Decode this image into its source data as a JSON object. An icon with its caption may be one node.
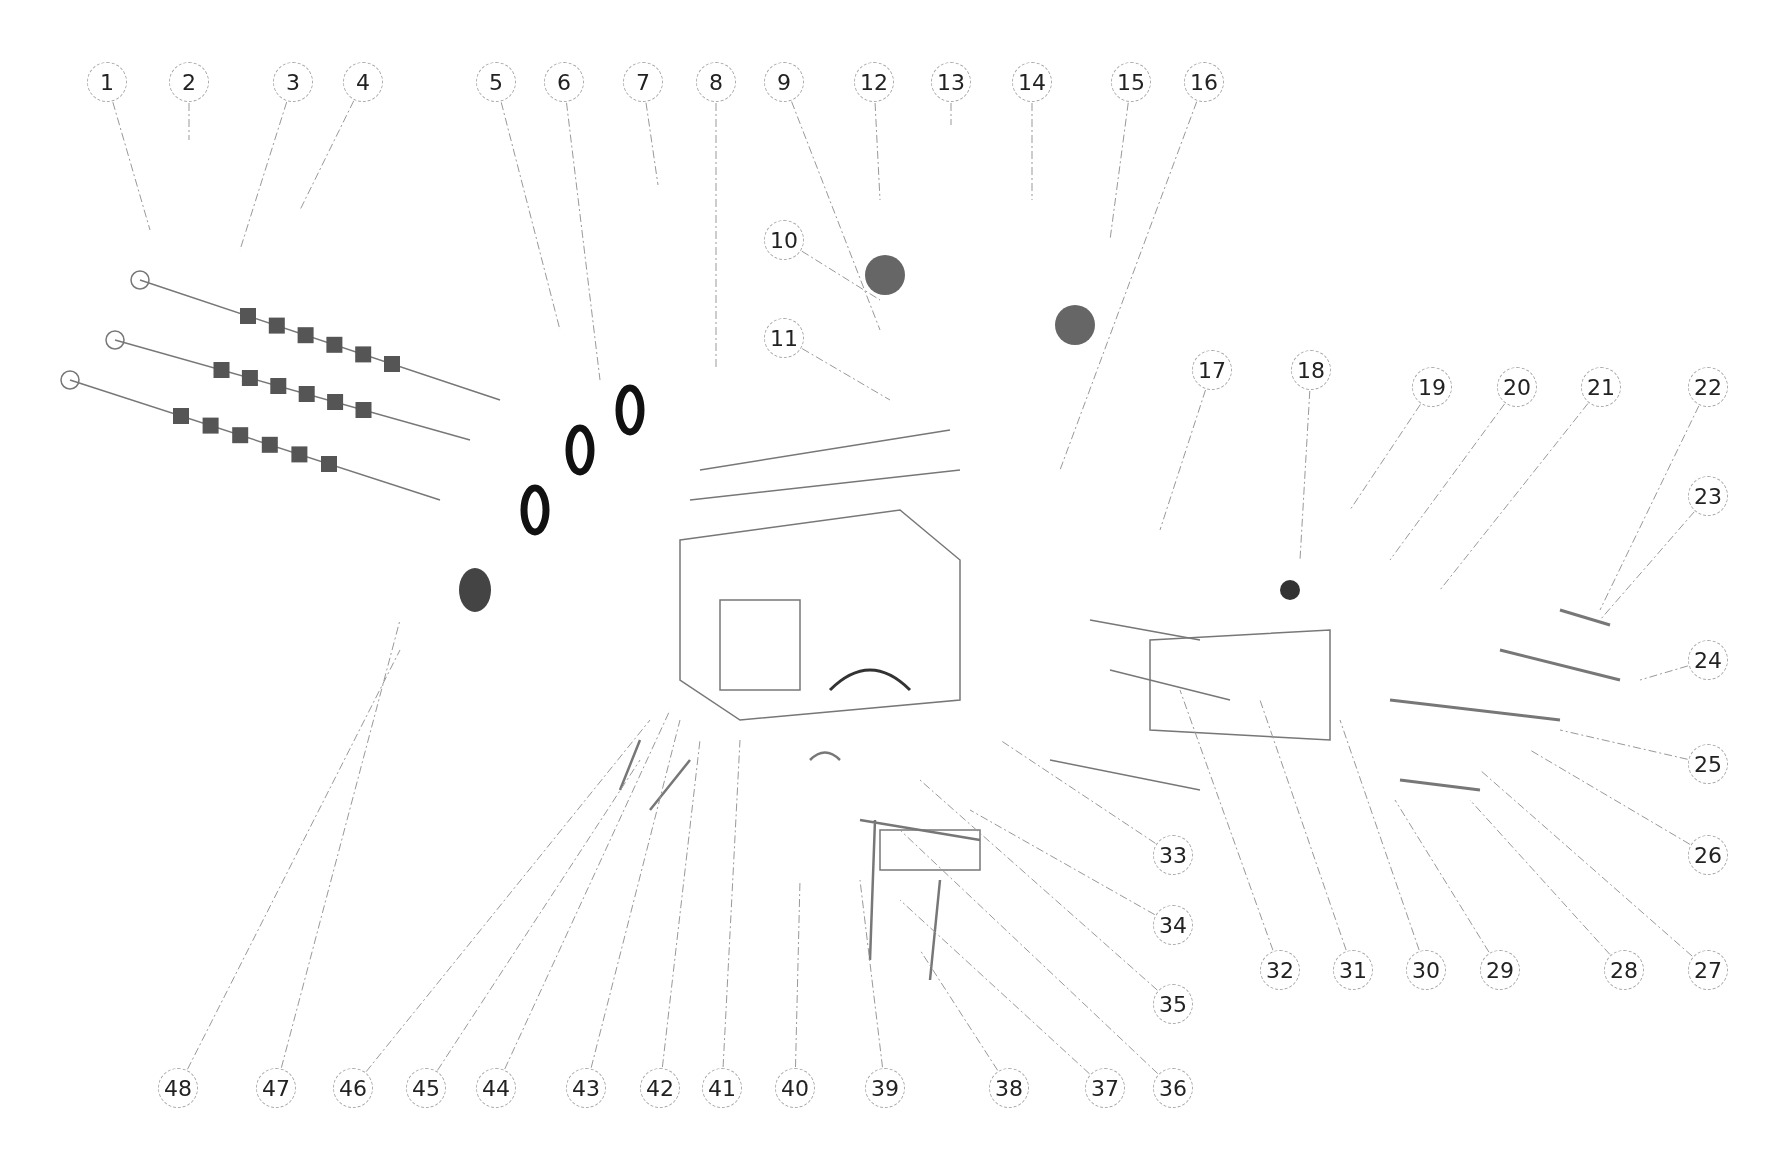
{
  "diagram": {
    "nodes": [
      {
        "text": [
          "1"
        ]
      },
      {
        "text": [
          "2"
        ]
      },
      {
        "text": [
          "3"
        ]
      },
      {
        "text": [
          "4"
        ]
      },
      {
        "text": [
          "5"
        ]
      },
      {
        "text": [
          "6"
        ]
      },
      {
        "text": [
          "7"
        ]
      },
      {
        "text": [
          "8"
        ]
      },
      {
        "text": [
          "9"
        ]
      },
      {
        "text": [
          "10"
        ]
      },
      {
        "text": [
          "11"
        ]
      },
      {
        "text": [
          "12"
        ]
      },
      {
        "text": [
          "13"
        ]
      },
      {
        "text": [
          "14"
        ]
      },
      {
        "text": [
          "15"
        ]
      },
      {
        "text": [
          "16"
        ]
      },
      {
        "text": [
          "17"
        ]
      },
      {
        "text": [
          "18"
        ]
      },
      {
        "text": [
          "19"
        ]
      },
      {
        "text": [
          "20"
        ]
      },
      {
        "text": [
          "21"
        ]
      },
      {
        "text": [
          "22"
        ]
      },
      {
        "text": [
          "23"
        ]
      },
      {
        "text": [
          "24"
        ]
      },
      {
        "text": [
          "25"
        ]
      },
      {
        "text": [
          "26"
        ]
      },
      {
        "text": [
          "27"
        ]
      },
      {
        "text": [
          "28"
        ]
      },
      {
        "text": [
          "29"
        ]
      },
      {
        "text": [
          "30"
        ]
      },
      {
        "text": [
          "31"
        ]
      },
      {
        "text": [
          "32"
        ]
      },
      {
        "text": [
          "33"
        ]
      },
      {
        "text": [
          "34"
        ]
      },
      {
        "text": [
          "35"
        ]
      },
      {
        "text": [
          "36"
        ]
      },
      {
        "text": [
          "37"
        ]
      },
      {
        "text": [
          "38"
        ]
      },
      {
        "text": [
          "39"
        ]
      },
      {
        "text": [
          "40"
        ]
      },
      {
        "text": [
          "41"
        ]
      },
      {
        "text": [
          "42"
        ]
      },
      {
        "text": [
          "43"
        ]
      },
      {
        "text": [
          "44"
        ]
      },
      {
        "text": [
          "45"
        ]
      },
      {
        "text": [
          "46"
        ]
      },
      {
        "text": [
          "47"
        ]
      },
      {
        "text": [
          "48"
        ]
      }
    ],
    "edges": [
      {
        "from": 0,
        "to": null,
        "arrow": "none"
      },
      {
        "from": 1,
        "to": null,
        "arrow": "none"
      },
      {
        "from": 2,
        "to": null,
        "arrow": "none"
      },
      {
        "from": 3,
        "to": null,
        "arrow": "none"
      },
      {
        "from": 4,
        "to": null,
        "arrow": "none"
      },
      {
        "from": 5,
        "to": null,
        "arrow": "none"
      },
      {
        "from": 6,
        "to": null,
        "arrow": "none"
      },
      {
        "from": 7,
        "to": null,
        "arrow": "none"
      },
      {
        "from": 8,
        "to": null,
        "arrow": "none"
      },
      {
        "from": 9,
        "to": null,
        "arrow": "none"
      },
      {
        "from": 10,
        "to": null,
        "arrow": "none"
      },
      {
        "from": 11,
        "to": null,
        "arrow": "none"
      },
      {
        "from": 12,
        "to": null,
        "arrow": "none"
      },
      {
        "from": 13,
        "to": null,
        "arrow": "none"
      },
      {
        "from": 14,
        "to": null,
        "arrow": "none"
      },
      {
        "from": 15,
        "to": null,
        "arrow": "none"
      },
      {
        "from": 16,
        "to": null,
        "arrow": "none"
      },
      {
        "from": 17,
        "to": null,
        "arrow": "none"
      },
      {
        "from": 18,
        "to": null,
        "arrow": "none"
      },
      {
        "from": 19,
        "to": null,
        "arrow": "none"
      },
      {
        "from": 20,
        "to": null,
        "arrow": "none"
      },
      {
        "from": 21,
        "to": null,
        "arrow": "none"
      },
      {
        "from": 22,
        "to": null,
        "arrow": "none"
      },
      {
        "from": 23,
        "to": null,
        "arrow": "none"
      },
      {
        "from": 24,
        "to": null,
        "arrow": "none"
      },
      {
        "from": 25,
        "to": null,
        "arrow": "none"
      },
      {
        "from": 26,
        "to": null,
        "arrow": "none"
      },
      {
        "from": 27,
        "to": null,
        "arrow": "none"
      },
      {
        "from": 28,
        "to": null,
        "arrow": "none"
      },
      {
        "from": 29,
        "to": null,
        "arrow": "none"
      },
      {
        "from": 30,
        "to": null,
        "arrow": "none"
      },
      {
        "from": 31,
        "to": null,
        "arrow": "none"
      },
      {
        "from": 32,
        "to": null,
        "arrow": "none"
      },
      {
        "from": 33,
        "to": null,
        "arrow": "none"
      },
      {
        "from": 34,
        "to": null,
        "arrow": "none"
      },
      {
        "from": 35,
        "to": null,
        "arrow": "none"
      },
      {
        "from": 36,
        "to": null,
        "arrow": "none"
      },
      {
        "from": 37,
        "to": null,
        "arrow": "none"
      },
      {
        "from": 38,
        "to": null,
        "arrow": "none"
      },
      {
        "from": 39,
        "to": null,
        "arrow": "none"
      },
      {
        "from": 40,
        "to": null,
        "arrow": "none"
      },
      {
        "from": 41,
        "to": null,
        "arrow": "none"
      },
      {
        "from": 42,
        "to": null,
        "arrow": "none"
      },
      {
        "from": 43,
        "to": null,
        "arrow": "none"
      },
      {
        "from": 44,
        "to": null,
        "arrow": "none"
      },
      {
        "from": 45,
        "to": null,
        "arrow": "none"
      },
      {
        "from": 46,
        "to": null,
        "arrow": "none"
      },
      {
        "from": 47,
        "to": null,
        "arrow": "none"
      }
    ]
  }
}
